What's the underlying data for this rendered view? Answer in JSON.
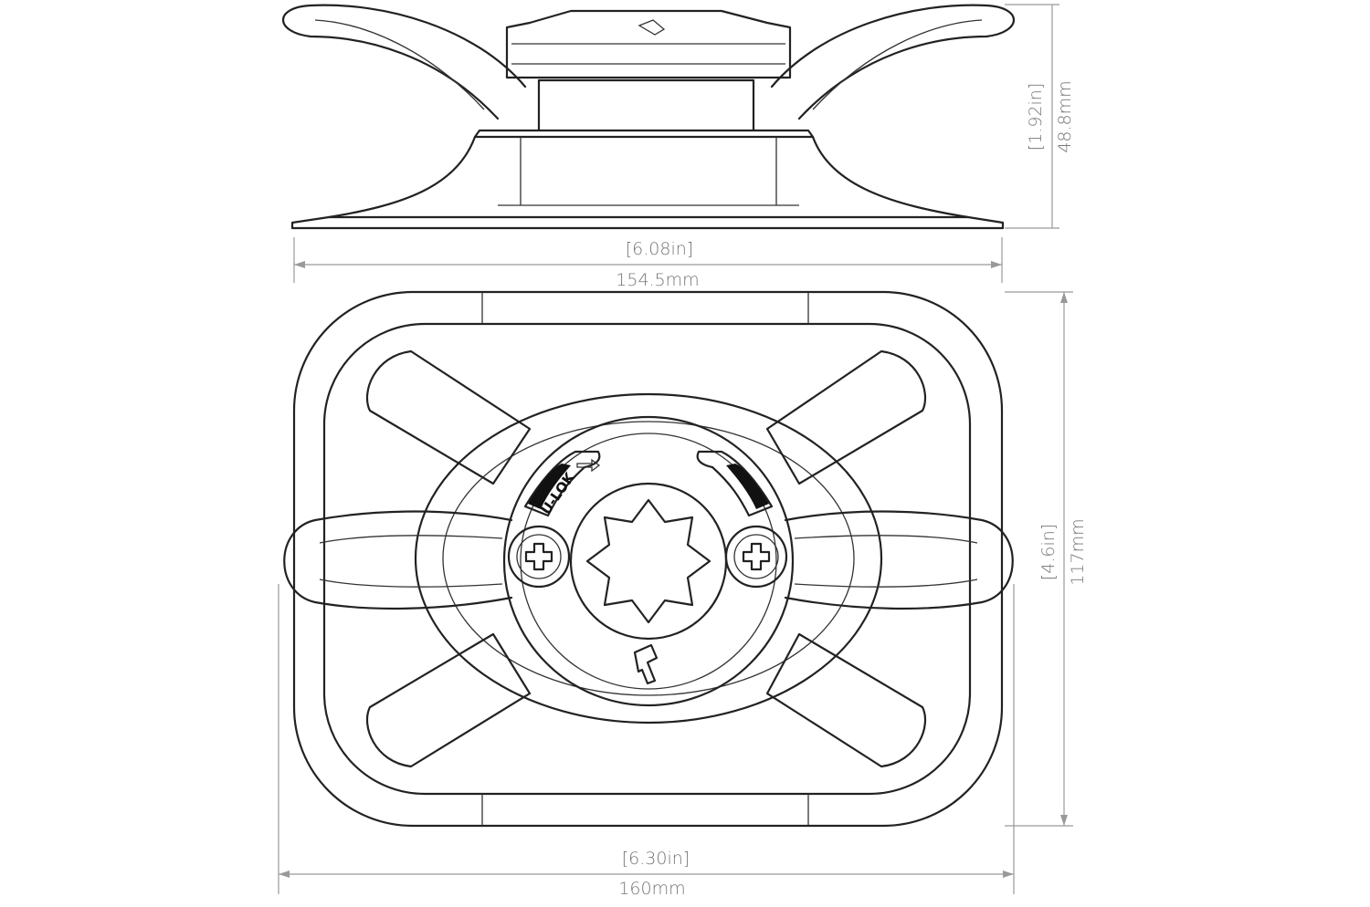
{
  "drawing": {
    "height_dimension": {
      "inches": "[1.92in]",
      "mm": "48.8mm"
    },
    "top_width_dimension": {
      "inches": "[6.08in]",
      "mm": "154.5mm"
    },
    "depth_dimension": {
      "inches": "[4.6in]",
      "mm": "117mm"
    },
    "bottom_width_dimension": {
      "inches": "[6.30in]",
      "mm": "160mm"
    },
    "lock_label": "U-LOK"
  },
  "colors": {
    "line": "#222222",
    "dimension": "#999999",
    "dimension_text": "#777777"
  }
}
